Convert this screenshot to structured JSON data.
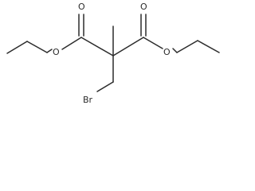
{
  "molecule": {
    "atoms": {
      "O_carbonyl_left": "O",
      "O_carbonyl_right": "O",
      "O_ester_left": "O",
      "O_ester_right": "O",
      "Br": "Br"
    },
    "colors": {
      "bond": "#2b2b2b",
      "label": "#2b2b2b",
      "background": "#ffffff"
    }
  }
}
